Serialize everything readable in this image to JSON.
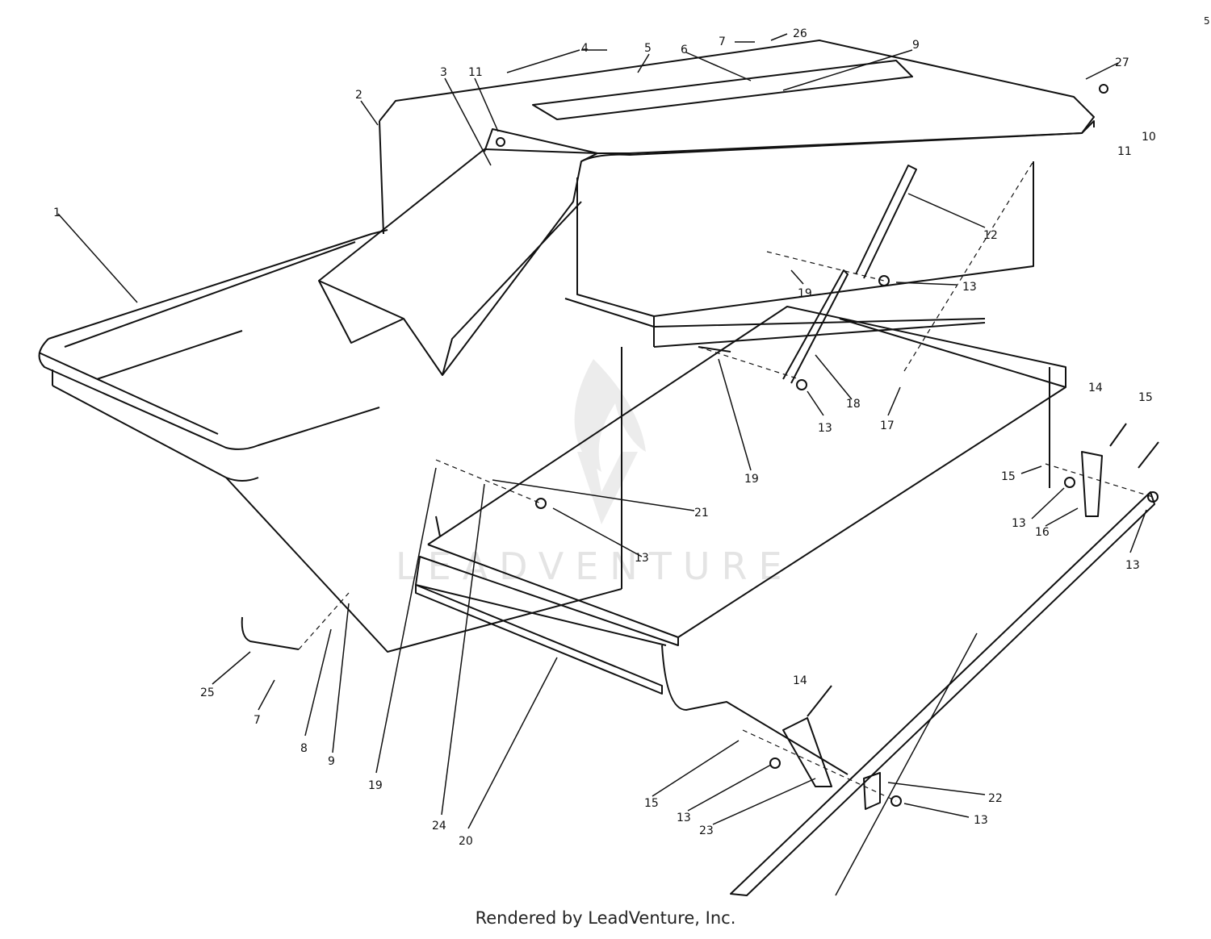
{
  "diagram": {
    "callouts": [
      "1",
      "2",
      "3",
      "11",
      "4",
      "5",
      "7",
      "26",
      "6",
      "9",
      "27",
      "11",
      "10",
      "12",
      "19",
      "13",
      "13",
      "18",
      "17",
      "19",
      "14",
      "15",
      "15",
      "13",
      "16",
      "13",
      "21",
      "13",
      "25",
      "7",
      "8",
      "9",
      "19",
      "24",
      "20",
      "14",
      "15",
      "13",
      "23",
      "22",
      "13"
    ],
    "corner_mark": "5",
    "watermark": "LEADVENTURE"
  },
  "footer": {
    "text": "Rendered by LeadVenture, Inc."
  },
  "colors": {
    "line": "#111111",
    "watermark": "#e4e4e4"
  }
}
